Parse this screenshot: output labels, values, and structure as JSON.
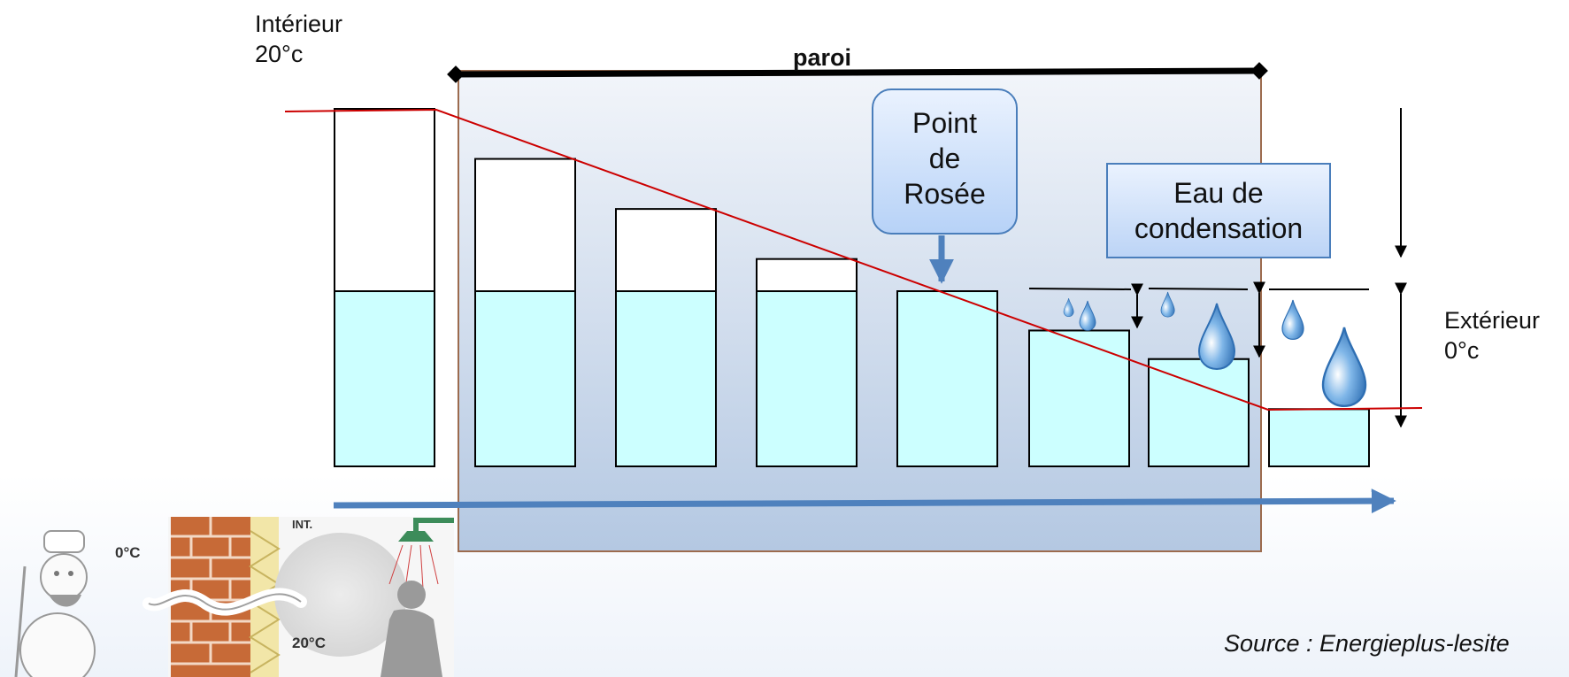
{
  "labels": {
    "interieur": "Intérieur",
    "interieur_temp": "20°c",
    "paroi": "paroi",
    "exterieur": "Extérieur",
    "exterieur_temp": "0°c",
    "source": "Source : Energieplus-lesite"
  },
  "callouts": {
    "point_rosee": [
      "Point",
      "de",
      "Rosée"
    ],
    "eau_condensation": [
      "Eau de",
      "condensation"
    ]
  },
  "inset": {
    "outside_temp": "0°C",
    "inside_label": "INT.",
    "inside_temp": "20°C"
  },
  "colors": {
    "water": "#ccffff",
    "wall_fill": "#c9d8ea",
    "wall_border": "#9c6b4e",
    "temperature_line": "#cc0000",
    "arrow": "#4f81bd",
    "drop": "#4a90d0"
  },
  "columns": [
    {
      "name": "interieur",
      "total_level": 1.0,
      "water_level": 0.49
    },
    {
      "name": "c1",
      "total_level": 0.86,
      "water_level": 0.49
    },
    {
      "name": "c2",
      "total_level": 0.72,
      "water_level": 0.49
    },
    {
      "name": "c3",
      "total_level": 0.58,
      "water_level": 0.49
    },
    {
      "name": "c4",
      "total_level": 0.49,
      "water_level": 0.49
    },
    {
      "name": "c5",
      "total_level": 0.38,
      "water_level": 0.38
    },
    {
      "name": "c6",
      "total_level": 0.3,
      "water_level": 0.3
    },
    {
      "name": "exterieur",
      "total_level": 0.16,
      "water_level": 0.16
    }
  ]
}
